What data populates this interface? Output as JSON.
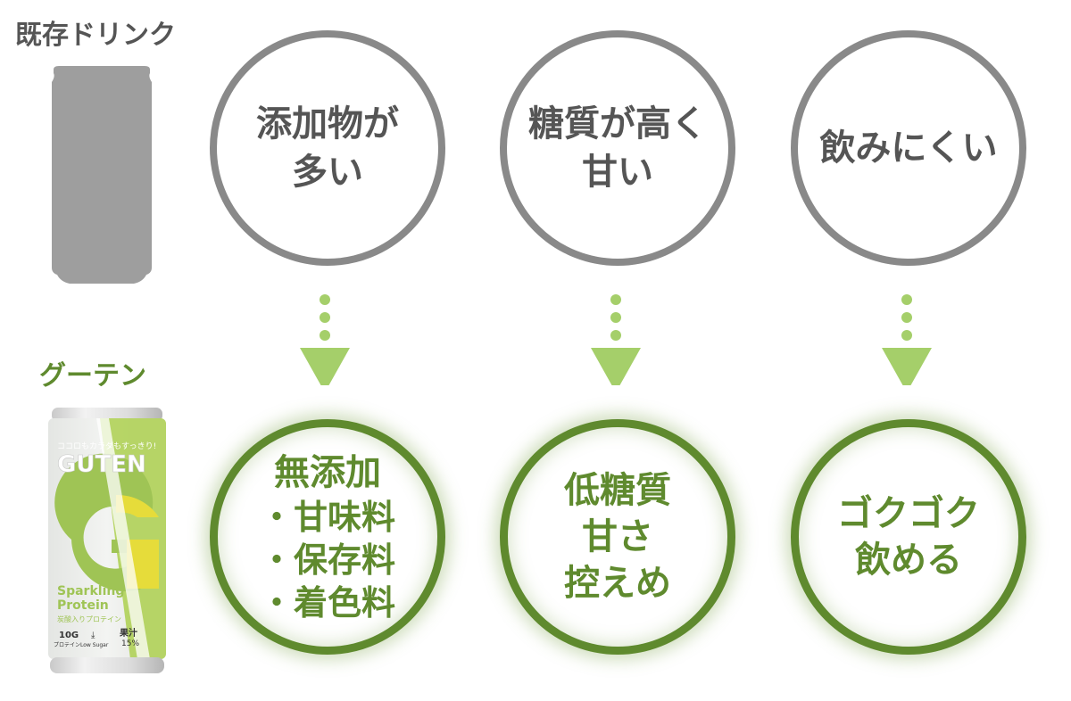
{
  "colors": {
    "problem_text": "#555555",
    "problem_stroke": "#898989",
    "solution_text": "#5f8a2e",
    "solution_stroke": "#5f8a2e",
    "arrow": "#a5cf6a",
    "existing_can": "#9e9e9e"
  },
  "rows": {
    "existing_label": "既存ドリンク",
    "guten_label": "グーテン"
  },
  "guten_can": {
    "tagline": "ココロもカラダもすっきり!",
    "brand": "GUTEN",
    "product_line1": "Sparkling",
    "product_line2": "Protein",
    "product_jp": "炭酸入りプロテイン",
    "stat_protein_value": "10G",
    "stat_protein_label": "プロテイン",
    "stat_sugar_label": "Low Sugar",
    "stat_juice_label": "果汁",
    "stat_juice_value": "15%"
  },
  "problems": [
    {
      "lines": [
        "添加物が",
        "多い"
      ]
    },
    {
      "lines": [
        "糖質が高く",
        "甘い"
      ]
    },
    {
      "lines": [
        "飲みにくい"
      ]
    }
  ],
  "solutions": [
    {
      "lines": [
        "無添加",
        "・甘味料",
        "・保存料",
        "・着色料"
      ]
    },
    {
      "lines": [
        "低糖質",
        "甘さ",
        "控えめ"
      ]
    },
    {
      "lines": [
        "ゴクゴク",
        "飲める"
      ]
    }
  ],
  "connectors": [
    {
      "icon": "dotted-down-arrow-icon"
    },
    {
      "icon": "dotted-down-arrow-icon"
    },
    {
      "icon": "dotted-down-arrow-icon"
    }
  ]
}
